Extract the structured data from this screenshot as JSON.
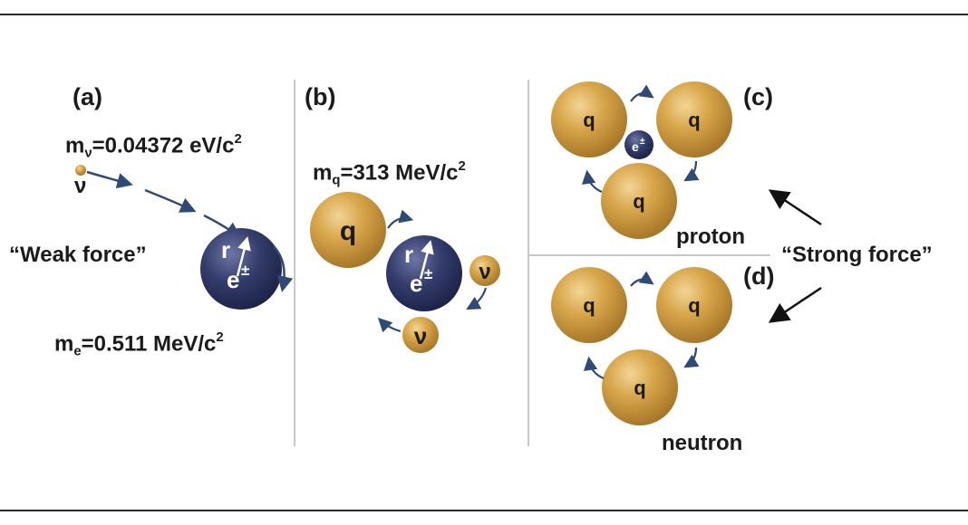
{
  "panels": {
    "a": {
      "label": "(a)",
      "nu_mass_symbol": "m",
      "nu_mass_sub": "ν",
      "nu_mass_value": "=0.04372 eV/c",
      "nu_mass_sup": "2",
      "nu_symbol": "ν",
      "force": "“Weak force”",
      "e_mass_symbol": "m",
      "e_mass_sub": "e",
      "e_mass_value": "=0.511 MeV/c",
      "e_mass_sup": "2",
      "radius_symbol": "r",
      "electron": "e",
      "electron_sup": "±"
    },
    "b": {
      "label": "(b)",
      "q_mass_symbol": "m",
      "q_mass_sub": "q",
      "q_mass_value": "=313 MeV/c",
      "q_mass_sup": "2",
      "quark": "q",
      "radius_symbol": "r",
      "electron": "e",
      "electron_sup": "±",
      "nu1": "ν",
      "nu2": "ν"
    },
    "c": {
      "label": "(c)",
      "quark1": "q",
      "quark2": "q",
      "quark3": "q",
      "electron": "e",
      "electron_sup": "±",
      "name": "proton"
    },
    "d": {
      "label": "(d)",
      "quark1": "q",
      "quark2": "q",
      "quark3": "q",
      "name": "neutron"
    },
    "strong_force": "“Strong force”"
  },
  "colors": {
    "quark_gold": "#c9953a",
    "electron_navy": "#2e3560",
    "arrow_blue": "#2f4a74"
  }
}
